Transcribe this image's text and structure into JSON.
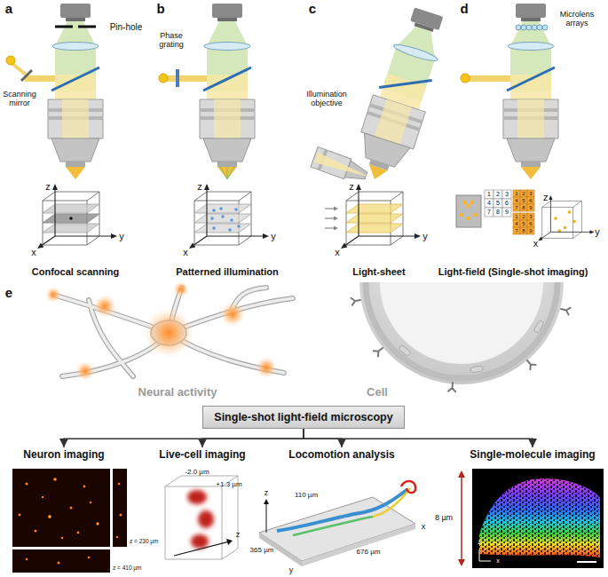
{
  "diagram": {
    "nodes": [
      {
        "text": [
          "Single-shot light-field microscopy"
        ]
      },
      {
        "text": [
          "Neuron imaging"
        ]
      },
      {
        "text": [
          "Live-cell imaging"
        ]
      },
      {
        "text": [
          "Locomotion analysis"
        ]
      },
      {
        "text": [
          "Single-molecule imaging"
        ]
      }
    ],
    "edges": [
      {
        "from": 0,
        "to": 1,
        "arrow": "to"
      },
      {
        "from": 0,
        "to": 2,
        "arrow": "to"
      },
      {
        "from": 0,
        "to": 3,
        "arrow": "to"
      },
      {
        "from": 0,
        "to": 4,
        "arrow": "to"
      }
    ],
    "labels": [
      "a",
      "b",
      "c",
      "d",
      "Pin-hole",
      "Scanning mirror",
      "Phase grating",
      "Illumination objective",
      "Microlens arrays",
      "z",
      "y",
      "x",
      "z",
      "y",
      "x",
      "z",
      "y",
      "x",
      "z",
      "y",
      "x",
      "Confocal scanning",
      "Patterned illumination",
      "Light-sheet",
      "Light-field (Single-shot imaging)",
      "e",
      "Neural activity",
      "Cell",
      "z = 230 µm",
      "z = 410 µm",
      "-2.0 µm",
      "+1.3 µm",
      "z",
      "110 µm",
      "365 µm",
      "676 µm",
      "z",
      "y",
      "x",
      "8 µm",
      "z",
      "x",
      "1",
      "2",
      "3",
      "4",
      "5",
      "6",
      "7",
      "8",
      "9",
      "1",
      "2",
      "3",
      "4",
      "5",
      "6",
      "7",
      "8",
      "9",
      "1",
      "2",
      "3",
      "4",
      "5",
      "6",
      "7",
      "8",
      "9"
    ]
  }
}
